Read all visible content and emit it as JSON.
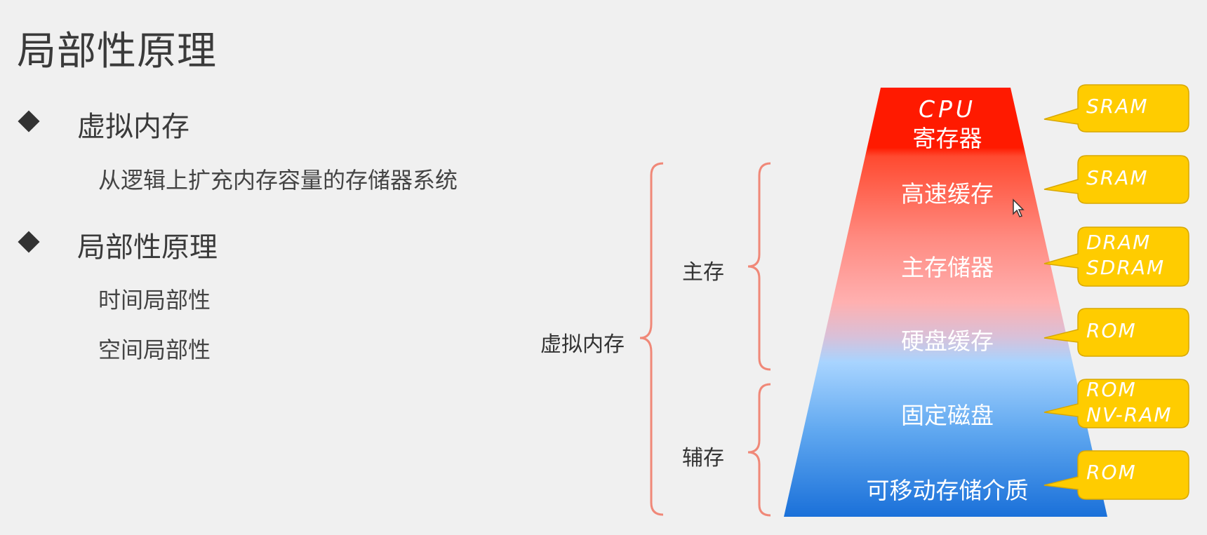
{
  "slide": {
    "title": "局部性原理",
    "section1": {
      "heading": "虚拟内存",
      "description": "从逻辑上扩充内存容量的存储器系统"
    },
    "section2": {
      "heading": "局部性原理",
      "items": [
        "时间局部性",
        "空间局部性"
      ]
    }
  },
  "braces": {
    "virtual_memory": "虚拟内存",
    "main_storage": "主存",
    "secondary_storage": "辅存"
  },
  "pyramid": {
    "levels": [
      {
        "label_line1": "CPU",
        "label_line2": "寄存器",
        "callout": [
          "SRAM"
        ]
      },
      {
        "label": "高速缓存",
        "callout": [
          "SRAM"
        ]
      },
      {
        "label": "主存储器",
        "callout": [
          "DRAM",
          "SDRAM"
        ]
      },
      {
        "label": "硬盘缓存",
        "callout": [
          "ROM"
        ]
      },
      {
        "label": "固定磁盘",
        "callout": [
          "ROM",
          "NV-RAM"
        ]
      },
      {
        "label": "可移动存储介质",
        "callout": [
          "ROM"
        ]
      }
    ],
    "colors": {
      "top": "#ff1a00",
      "mid_pink": "#ffb3b3",
      "light_blue": "#a8d4ff",
      "bottom": "#1a70d9",
      "callout_fill": "#ffcc00",
      "brace": "#f08878"
    }
  }
}
